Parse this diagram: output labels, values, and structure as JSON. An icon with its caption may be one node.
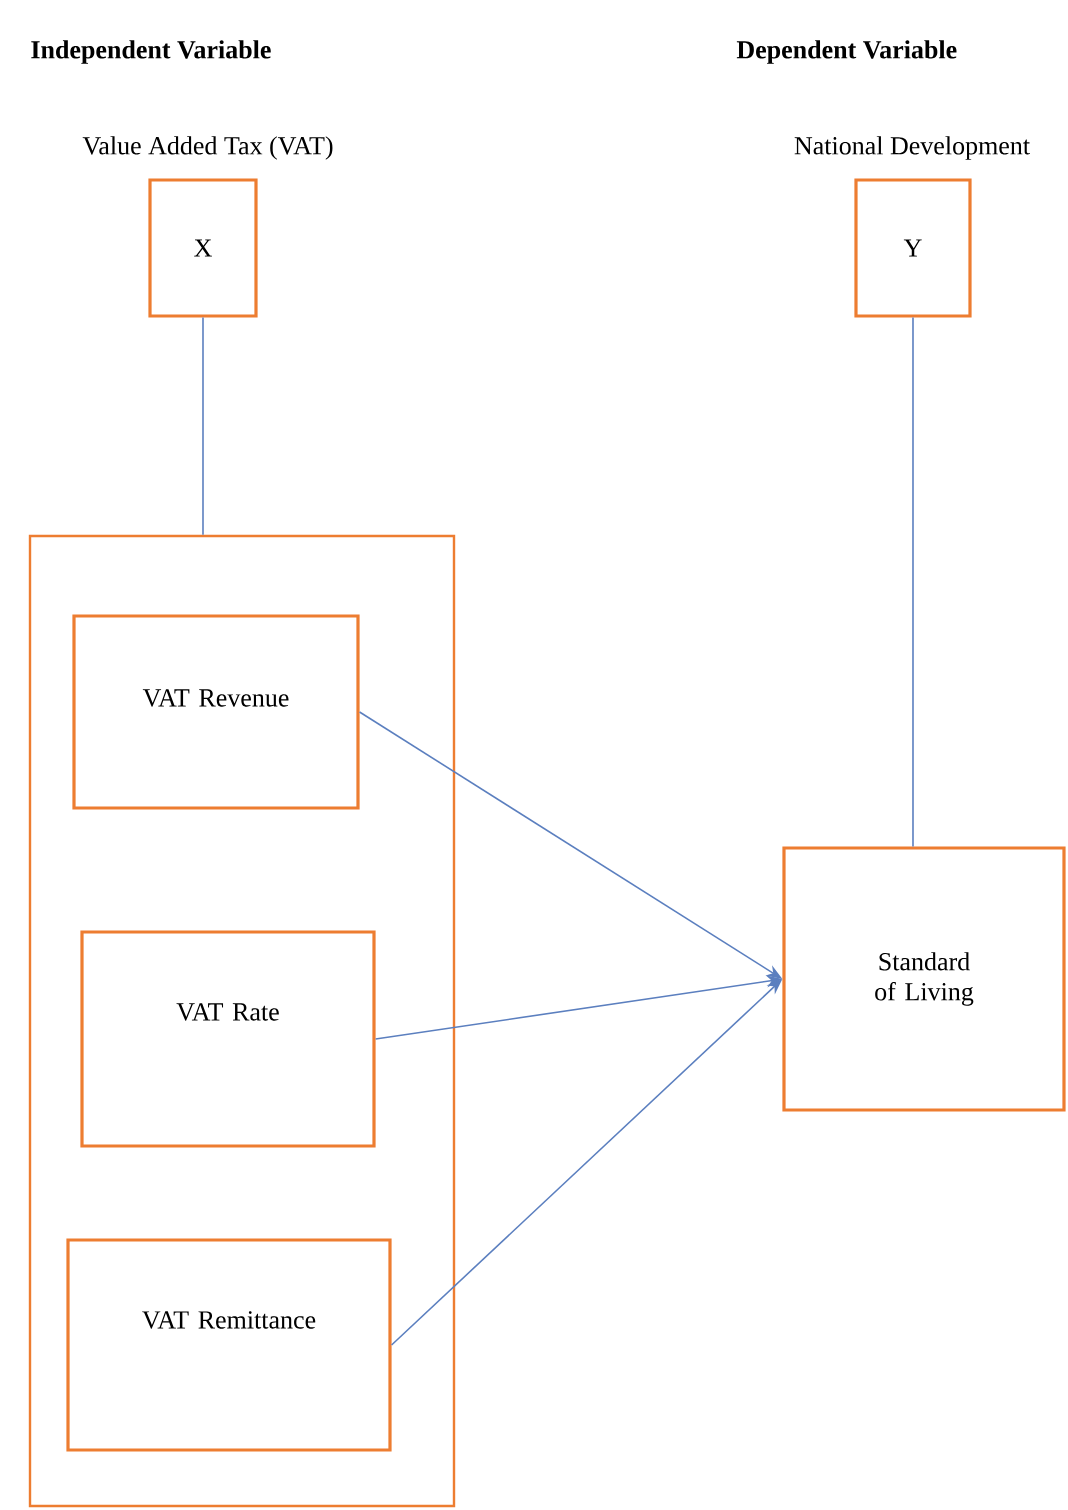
{
  "diagram": {
    "nodes": [
      {
        "text": [
          "X"
        ],
        "beside": [
          "Value Added Tax (VAT)"
        ]
      },
      {
        "text": [
          "Y"
        ],
        "beside": [
          "National Development"
        ]
      },
      {
        "text": [],
        "shape": "box"
      },
      {
        "text": [
          "VAT Revenue"
        ],
        "in": 2
      },
      {
        "text": [
          "VAT Rate"
        ],
        "in": 2
      },
      {
        "text": [
          "VAT Remittance"
        ],
        "in": 2
      },
      {
        "text": [
          "Standard of Living"
        ]
      }
    ],
    "edges": [
      {
        "from": 0,
        "to": 2,
        "arrow": "none"
      },
      {
        "from": 1,
        "to": 6,
        "arrow": "none"
      },
      {
        "from": 3,
        "to": 6,
        "arrow": "to"
      },
      {
        "from": 4,
        "to": 6,
        "arrow": "to"
      },
      {
        "from": 5,
        "to": 6,
        "arrow": "to"
      }
    ],
    "labels": [
      "Independent Variable",
      "Dependent Variable"
    ]
  }
}
